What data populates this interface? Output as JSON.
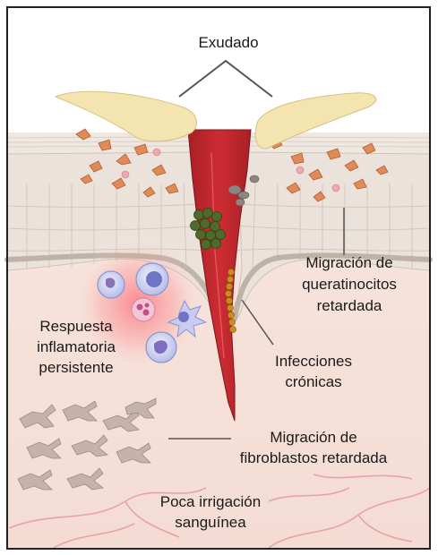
{
  "labels": {
    "exudado": "Exudado",
    "queratinocitos_1": "Migración de",
    "queratinocitos_2": "queratinocitos",
    "queratinocitos_3": "retardada",
    "inflamatoria_1": "Respuesta",
    "inflamatoria_2": "inflamatoria",
    "inflamatoria_3": "persistente",
    "infecciones_1": "Infecciones",
    "infecciones_2": "crónicas",
    "fibroblastos_1": "Migración de",
    "fibroblastos_2": "fibroblastos retardada",
    "irrigacion_1": "Poca irrigación",
    "irrigacion_2": "sanguínea"
  },
  "colors": {
    "border": "#222222",
    "dermis": "#f6e4dc",
    "epidermis": "#ece4dc",
    "wound": "#c0282e",
    "wound_dark": "#8e1a1f",
    "exudate": "#f3e4b0",
    "fibroblast": "#b8a7a0",
    "inflammation_glow": "#ff3b4a",
    "vessel": "#e7a3a6"
  },
  "icons": [
    "exudate-icon",
    "immune-cell-icon",
    "bacteria-cluster-icon",
    "bacteria-chain-icon",
    "fibroblast-icon",
    "blood-vessel-icon"
  ]
}
